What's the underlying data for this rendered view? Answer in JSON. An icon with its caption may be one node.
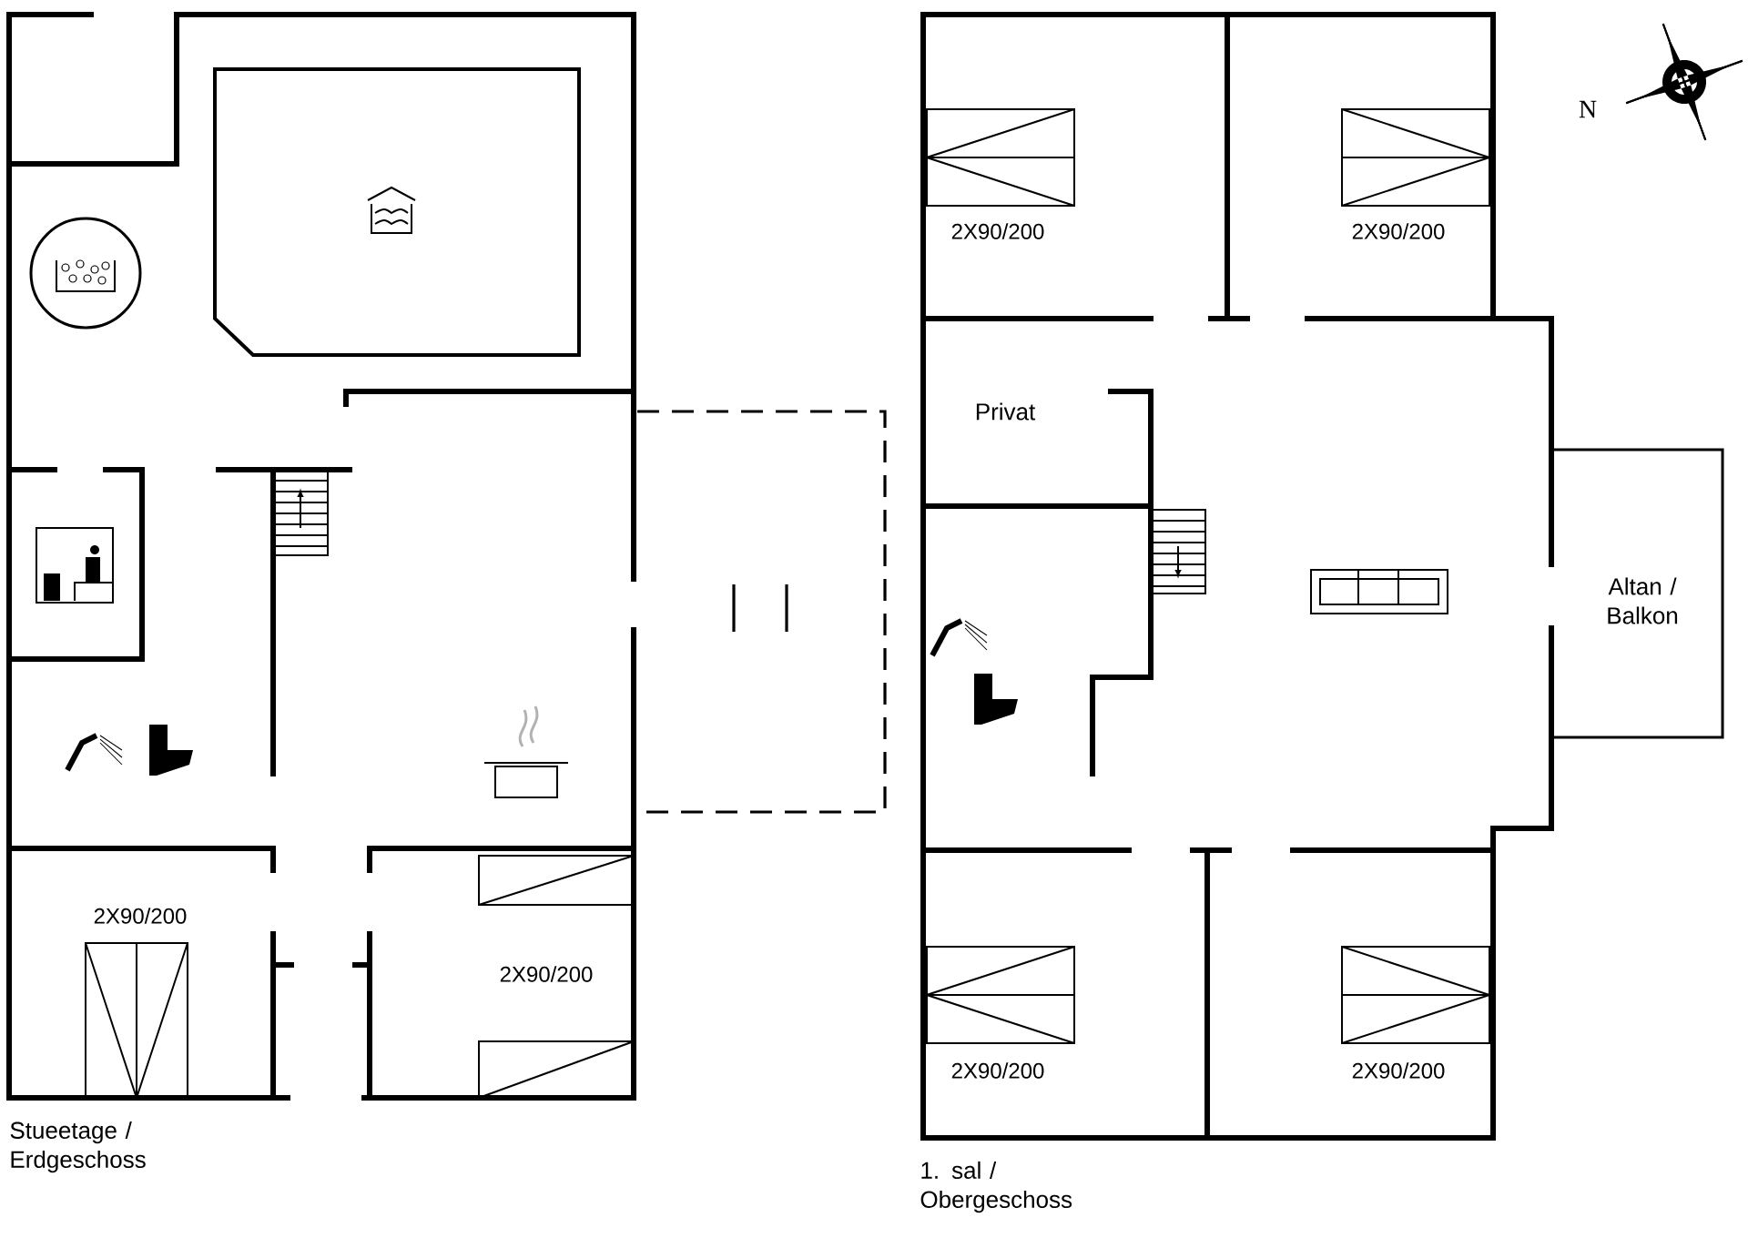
{
  "diagram": {
    "labels": [
      "N",
      "2X90/200",
      "2X90/200",
      "Privat",
      "Altan / Balkon",
      "2X90/200",
      "2X90/200",
      "2X90/200",
      "2X90/200",
      "Stueetage / Erdgeschoss",
      "1. sal / Obergeschoss"
    ]
  }
}
